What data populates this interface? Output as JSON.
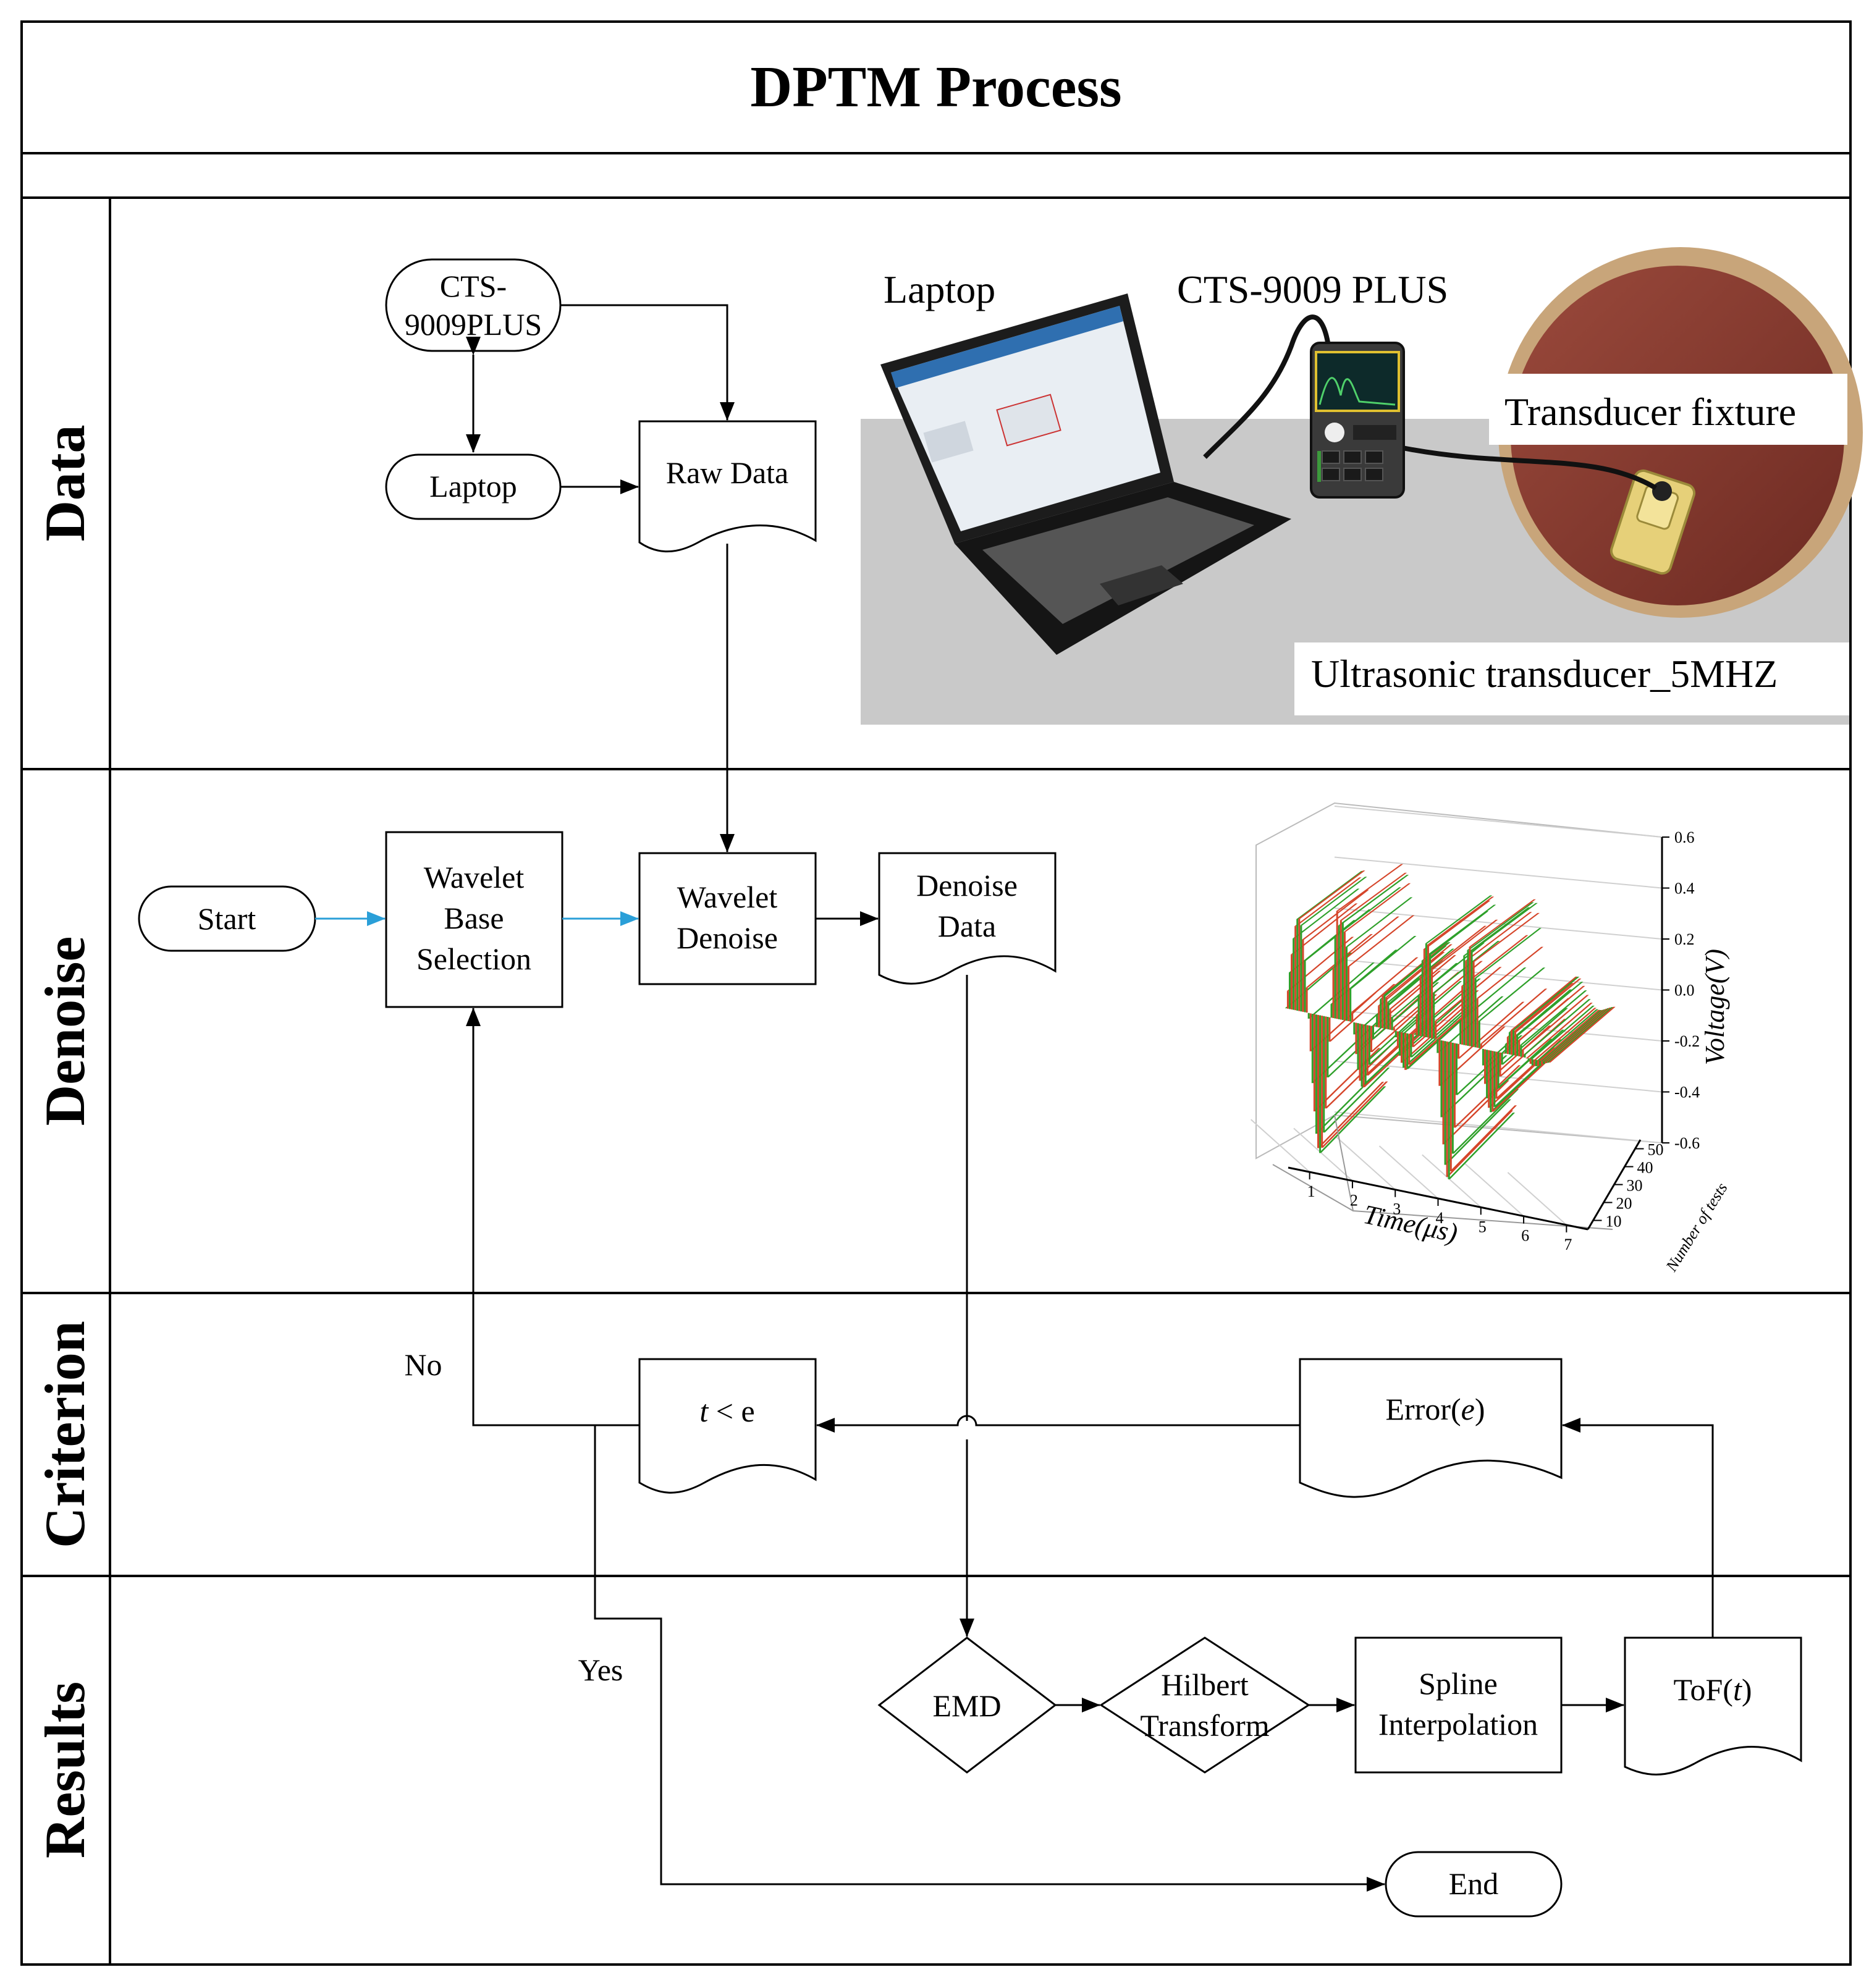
{
  "title": "DPTM  Process",
  "lanes": [
    "Data",
    "Denoise",
    "Criterion",
    "Results"
  ],
  "nodes": {
    "cts": [
      "CTS-",
      "9009PLUS"
    ],
    "laptop": "Laptop",
    "raw_data": "Raw Data",
    "start": "Start",
    "wavelet_base": [
      "Wavelet",
      "Base",
      "Selection"
    ],
    "wavelet_denoise": [
      "Wavelet",
      "Denoise"
    ],
    "denoise_data": [
      "Denoise",
      "Data"
    ],
    "criterion": {
      "var": "t",
      "rest": " < e"
    },
    "error": {
      "text": "Error(",
      "var": "e",
      "close": ")"
    },
    "emd": "EMD",
    "hilbert": [
      "Hilbert",
      "Transform"
    ],
    "spline": [
      "Spline",
      "Interpolation"
    ],
    "tof": {
      "text": "ToF(",
      "var": "t",
      "close": ")"
    },
    "end": "End"
  },
  "edge_labels": {
    "no": "No",
    "yes": "Yes"
  },
  "photo": {
    "laptop_label": "Laptop",
    "device_label": "CTS-9009 PLUS",
    "fixture_label": "Transducer fixture",
    "transducer_label": "Ultrasonic transducer_5MHZ"
  },
  "chart_data": {
    "type": "surface",
    "xlabel": "Time(μs)",
    "ylabel": "Number of tests",
    "zlabel": "Voltage(V)",
    "x_ticks": [
      "1",
      "2",
      "3",
      "4",
      "5",
      "6",
      "7"
    ],
    "y_ticks": [
      "10",
      "20",
      "30",
      "40",
      "50"
    ],
    "z_ticks": [
      "0.6",
      "0.4",
      "0.2",
      "0.0",
      "-0.2",
      "-0.4",
      "-0.6"
    ],
    "zlim": [
      -0.6,
      0.6
    ],
    "colors": [
      "#2ea02a",
      "#d5452a"
    ]
  },
  "colors": {
    "line": "#000000",
    "flow_arrow": "#2a9fd8",
    "photo_bg": "#c9c9c9",
    "pipe": "#8a3a2e"
  }
}
